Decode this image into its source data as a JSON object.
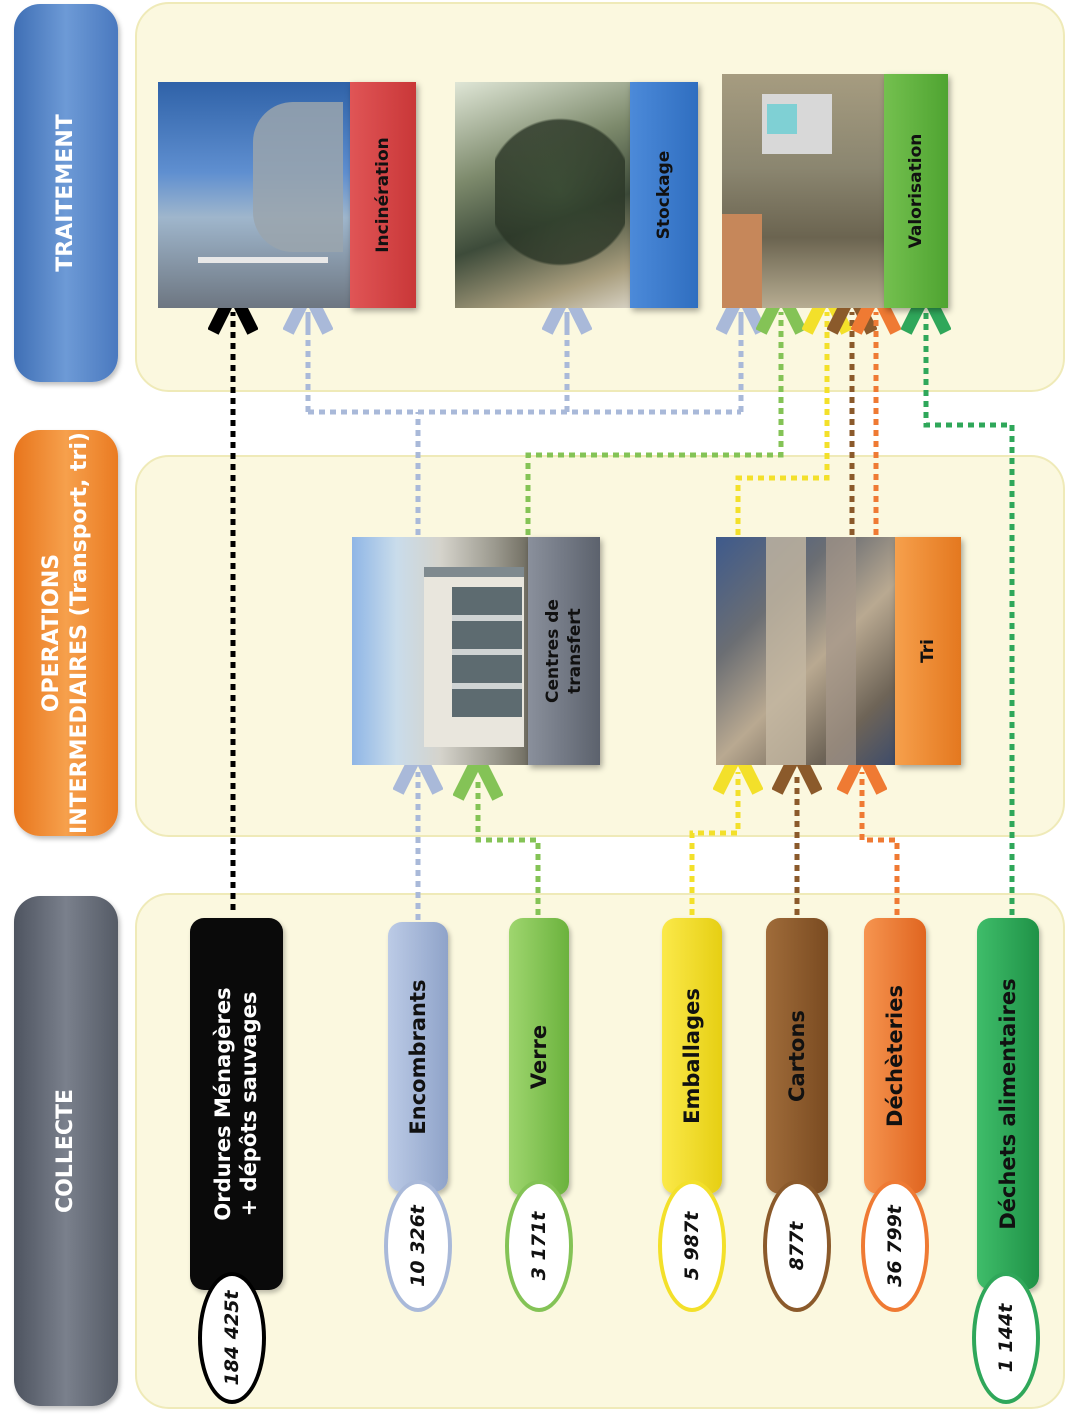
{
  "headers": {
    "traitement": "TRAITEMENT",
    "operations_line1": "OPERATIONS",
    "operations_line2": "INTERMEDIAIRES (Transport, tri)",
    "collecte": "COLLECTE"
  },
  "treatment": {
    "incineration": "Incinération",
    "stockage": "Stockage",
    "valorisation": "Valorisation"
  },
  "operations": {
    "transfer_line1": "Centres de",
    "transfer_line2": "transfert",
    "tri": "Tri"
  },
  "collecte": {
    "om_line1": "Ordures Ménagères",
    "om_line2": "+ dépôts sauvages",
    "om_tonnage": "184 425t",
    "encombrants": "Encombrants",
    "encombrants_tonnage": "10 326t",
    "verre": "Verre",
    "verre_tonnage": "3 171t",
    "emballages": "Emballages",
    "emballages_tonnage": "5 987t",
    "cartons": "Cartons",
    "cartons_tonnage": "877t",
    "decheteries": "Déchèteries",
    "decheteries_tonnage": "36 799t",
    "alimentaires": "Déchets alimentaires",
    "alimentaires_tonnage": "1 144t"
  },
  "colors": {
    "ordures": "#000000",
    "encombrants": "#a9b9d9",
    "verre": "#84c356",
    "emballages": "#f3e02a",
    "cartons": "#8b5a2b",
    "decheteries": "#ef7a33",
    "alimentaires": "#2fa75a",
    "incineration": "#d4403f",
    "stockage": "#3f7fcf",
    "valorisation": "#5fb541",
    "transfert": "#6d7380",
    "tri": "#f08a2a"
  }
}
